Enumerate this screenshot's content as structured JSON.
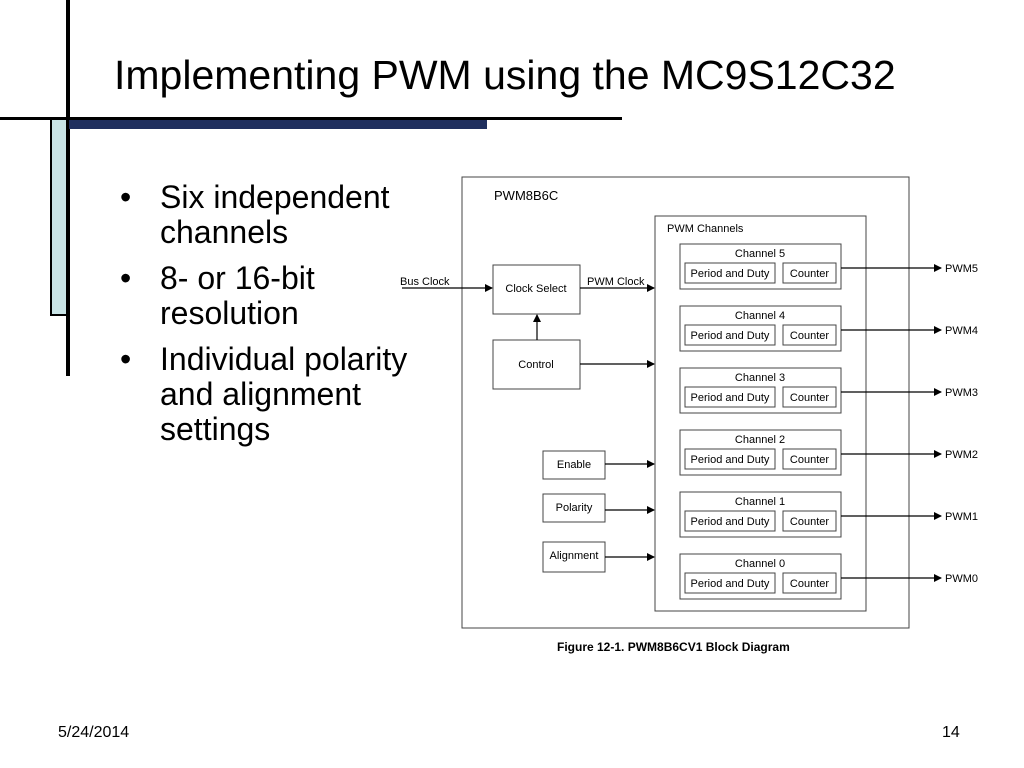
{
  "slide": {
    "title": "Implementing PWM using the MC9S12C32",
    "bullets": [
      "Six independent channels",
      "8- or 16-bit resolution",
      "Individual polarity and alignment settings"
    ],
    "date": "5/24/2014",
    "page_number": "14"
  },
  "diagram": {
    "outer_label": "PWM8B6C",
    "channels_group_label": "PWM Channels",
    "bus_clock_label": "Bus Clock",
    "clock_select_label": "Clock Select",
    "pwm_clock_label": "PWM Clock",
    "control_label": "Control",
    "enable_label": "Enable",
    "polarity_label": "Polarity",
    "alignment_label": "Alignment",
    "channels": [
      {
        "name": "Channel 5",
        "period_label": "Period and Duty",
        "counter_label": "Counter",
        "output": "PWM5"
      },
      {
        "name": "Channel 4",
        "period_label": "Period and Duty",
        "counter_label": "Counter",
        "output": "PWM4"
      },
      {
        "name": "Channel 3",
        "period_label": "Period and Duty",
        "counter_label": "Counter",
        "output": "PWM3"
      },
      {
        "name": "Channel 2",
        "period_label": "Period and Duty",
        "counter_label": "Counter",
        "output": "PWM2"
      },
      {
        "name": "Channel 1",
        "period_label": "Period and Duty",
        "counter_label": "Counter",
        "output": "PWM1"
      },
      {
        "name": "Channel 0",
        "period_label": "Period and Duty",
        "counter_label": "Counter",
        "output": "PWM0"
      }
    ],
    "caption": "Figure 12-1. PWM8B6CV1 Block Diagram"
  },
  "colors": {
    "navy_bar": "#1f2f5e",
    "teal_box": "#c9e4e6"
  }
}
